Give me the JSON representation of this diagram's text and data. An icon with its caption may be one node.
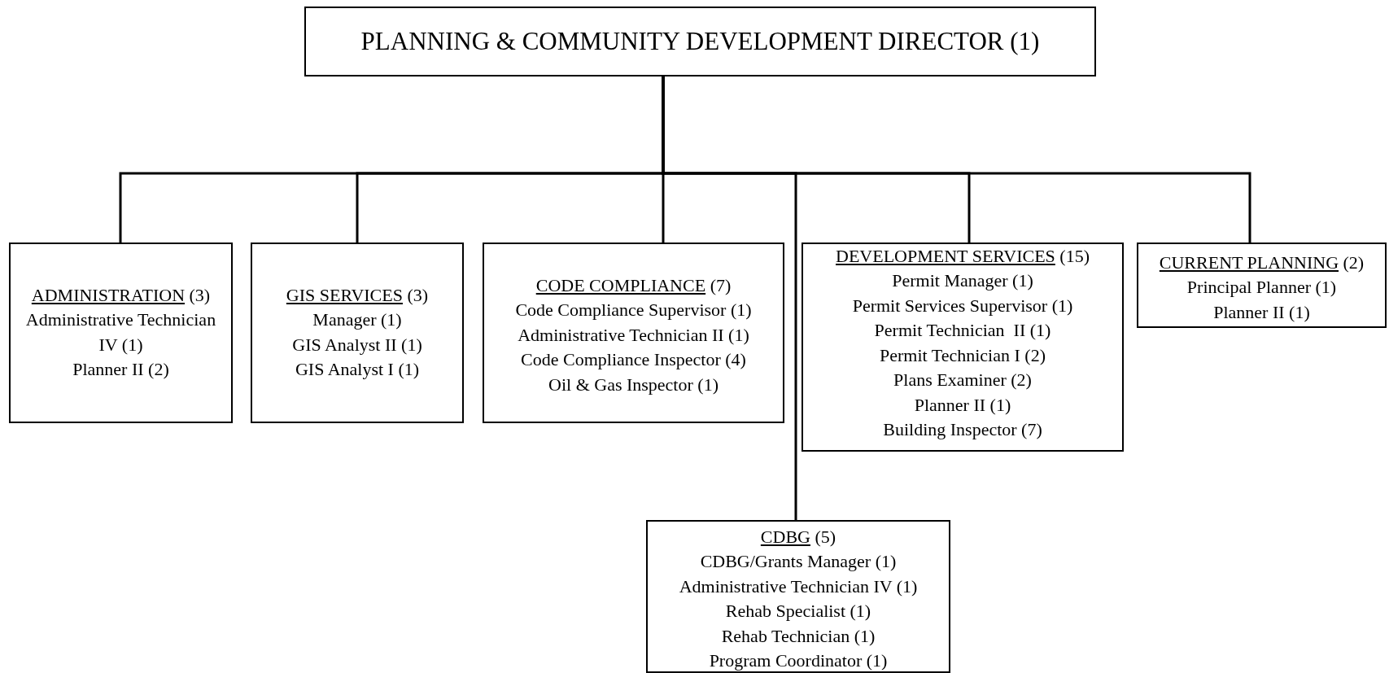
{
  "diagram": {
    "nodes": [
      {
        "text": [
          "PLANNING & COMMUNITY DEVELOPMENT DIRECTOR (1)"
        ]
      },
      {
        "text": [
          "ADMINISTRATION (3)",
          "Administrative Technician IV (1)",
          "Planner II (2)"
        ]
      },
      {
        "text": [
          "GIS SERVICES (3)",
          "Manager (1)",
          "GIS Analyst II (1)",
          "GIS Analyst I (1)"
        ]
      },
      {
        "text": [
          "CODE COMPLIANCE (7)",
          "Code Compliance Supervisor (1)",
          "Administrative Technician II (1)",
          "Code Compliance Inspector (4)",
          "Oil & Gas Inspector (1)"
        ]
      },
      {
        "text": [
          "DEVELOPMENT SERVICES (15)",
          "Permit Manager (1)",
          "Permit Services Supervisor (1)",
          "Permit Technician  II (1)",
          "Permit Technician I (2)",
          "Plans Examiner (2)",
          "Planner II (1)",
          "Building Inspector (7)"
        ]
      },
      {
        "text": [
          "CURRENT PLANNING (2)",
          "Principal Planner (1)",
          "Planner II (1)"
        ]
      },
      {
        "text": [
          "CDBG (5)",
          "CDBG/Grants Manager (1)",
          "Administrative Technician IV (1)",
          "Rehab Specialist (1)",
          "Rehab Technician (1)",
          "Program Coordinator (1)"
        ]
      }
    ],
    "edges": [
      {
        "from": 0,
        "to": 1,
        "arrow": "none"
      },
      {
        "from": 0,
        "to": 2,
        "arrow": "none"
      },
      {
        "from": 0,
        "to": 3,
        "arrow": "none"
      },
      {
        "from": 0,
        "to": 4,
        "arrow": "none"
      },
      {
        "from": 0,
        "to": 5,
        "arrow": "none"
      },
      {
        "from": 0,
        "to": 6,
        "arrow": "none"
      }
    ]
  }
}
